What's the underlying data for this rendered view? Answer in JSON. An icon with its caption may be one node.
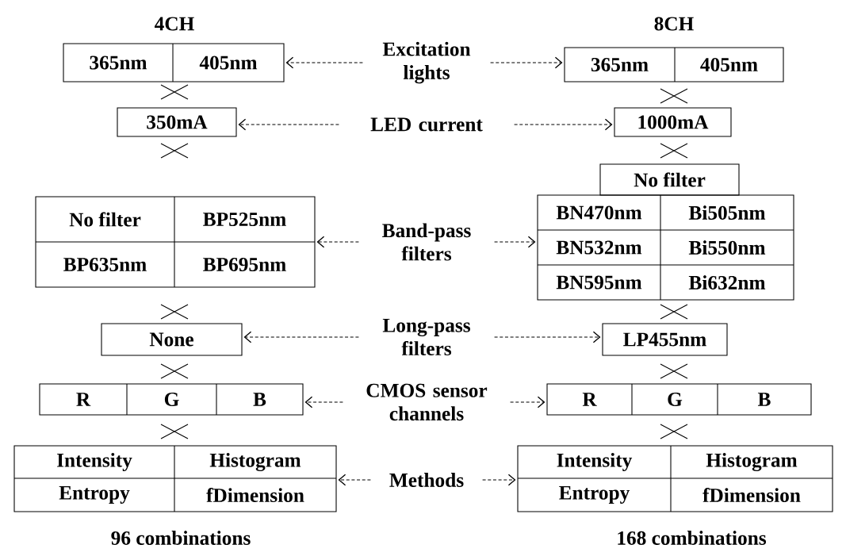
{
  "diagram": {
    "nodes": [
      {
        "text": [
          "365nm",
          "405nm"
        ]
      },
      {
        "text": [
          "Excitation lights"
        ]
      },
      {
        "text": [
          "365nm",
          "405nm"
        ]
      },
      {
        "text": [
          "350mA"
        ]
      },
      {
        "text": [
          "LED current"
        ]
      },
      {
        "text": [
          "1000mA"
        ]
      },
      {
        "text": [
          "No filter",
          "BP525nm",
          "BP635nm",
          "BP695nm"
        ]
      },
      {
        "text": [
          "Band-pass filters"
        ]
      },
      {
        "text": [
          "No filter"
        ]
      },
      {
        "text": [
          "BN470nm",
          "Bi505nm",
          "BN532nm",
          "Bi550nm",
          "BN595nm",
          "Bi632nm"
        ]
      },
      {
        "text": [
          "None"
        ]
      },
      {
        "text": [
          "Long-pass filters"
        ]
      },
      {
        "text": [
          "LP455nm"
        ]
      },
      {
        "text": [
          "R",
          "G",
          "B"
        ]
      },
      {
        "text": [
          "CMOS sensor channels"
        ]
      },
      {
        "text": [
          "R",
          "G",
          "B"
        ]
      },
      {
        "text": [
          "Intensity",
          "Histogram",
          "Entropy",
          "fDimension"
        ]
      },
      {
        "text": [
          "Methods"
        ]
      },
      {
        "text": [
          "Intensity",
          "Histogram",
          "Entropy",
          "fDimension"
        ]
      }
    ],
    "edges": [
      {
        "from": 1,
        "to": 0,
        "arrow": "to",
        "style": "dashed"
      },
      {
        "from": 1,
        "to": 2,
        "arrow": "to",
        "style": "dashed"
      },
      {
        "from": 4,
        "to": 3,
        "arrow": "to",
        "style": "dashed"
      },
      {
        "from": 4,
        "to": 5,
        "arrow": "to",
        "style": "dashed"
      },
      {
        "from": 7,
        "to": 6,
        "arrow": "to",
        "style": "dashed"
      },
      {
        "from": 7,
        "to": 9,
        "arrow": "to",
        "style": "dashed"
      },
      {
        "from": 11,
        "to": 10,
        "arrow": "to",
        "style": "dashed"
      },
      {
        "from": 11,
        "to": 12,
        "arrow": "to",
        "style": "dashed"
      },
      {
        "from": 14,
        "to": 13,
        "arrow": "to",
        "style": "dashed"
      },
      {
        "from": 14,
        "to": 15,
        "arrow": "to",
        "style": "dashed"
      },
      {
        "from": 17,
        "to": 16,
        "arrow": "to",
        "style": "dashed"
      },
      {
        "from": 17,
        "to": 18,
        "arrow": "to",
        "style": "dashed"
      }
    ],
    "labels": [
      "4CH",
      "8CH",
      "96 combinations",
      "168 combinations"
    ]
  }
}
